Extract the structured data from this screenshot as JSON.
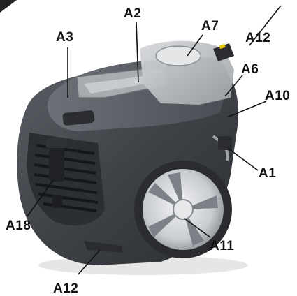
{
  "diagram": {
    "labels": {
      "a1": "A1",
      "a2": "A2",
      "a3": "A3",
      "a6": "A6",
      "a7": "A7",
      "a10": "A10",
      "a11": "A11",
      "a12_top": "A12",
      "a12_bottom": "A12",
      "a18": "A18"
    },
    "colors": {
      "body_dark": "#3a3d42",
      "body_mid": "#55595f",
      "canister": "#b9bcc0",
      "handle": "#9ea2a6",
      "wheel_rim": "#d9dbdd",
      "accent_yellow": "#e8c600",
      "line": "#111111"
    }
  }
}
